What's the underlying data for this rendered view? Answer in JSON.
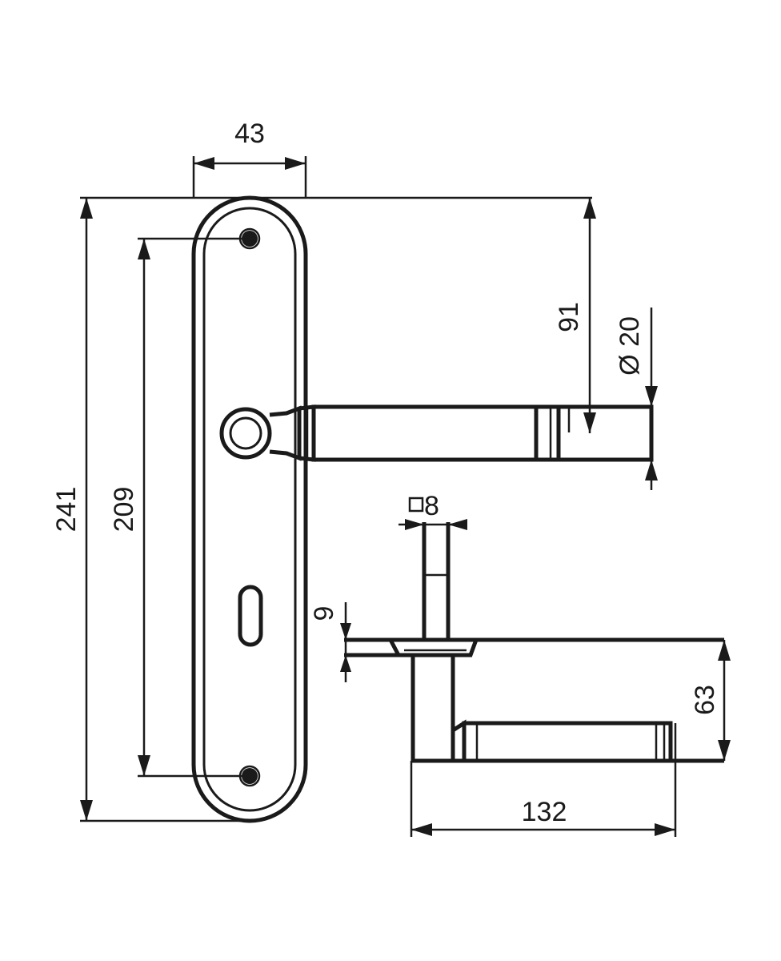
{
  "diagram": {
    "title": "",
    "line_color": "#1a1a1a",
    "background": "#ffffff",
    "dimensions": {
      "plate_width": "43",
      "plate_height": "241",
      "screw_spacing": "209",
      "handle_height": "91",
      "handle_diameter": "Ø 20",
      "spindle_square": "8",
      "plate_thickness": "9",
      "handle_projection": "63",
      "handle_length": "132"
    },
    "icons": {
      "spindle_square_symbol": "square-symbol-icon"
    }
  }
}
